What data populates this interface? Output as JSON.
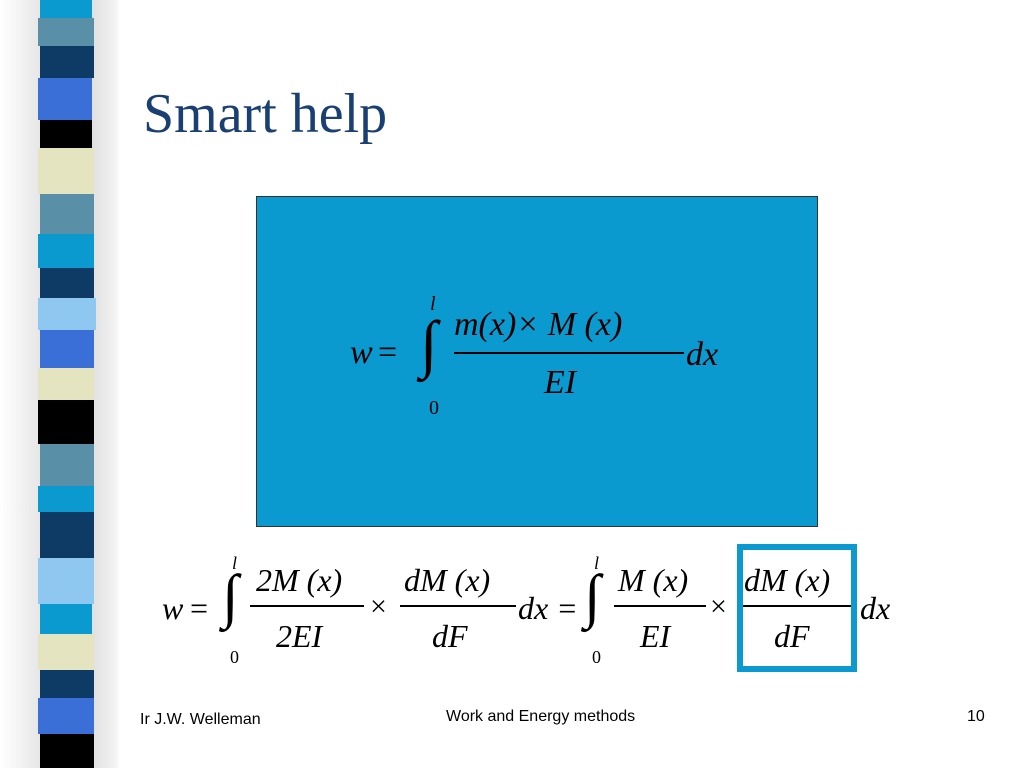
{
  "slide": {
    "title": "Smart help",
    "top_formula": {
      "lhs": "w",
      "eq": "=",
      "upper_limit": "l",
      "lower_limit": "0",
      "numerator": "m(x)× M (x)",
      "denominator": "EI",
      "dx": "dx"
    },
    "bottom_formula": {
      "lhs": "w",
      "eq": "=",
      "int1_upper": "l",
      "int1_lower": "0",
      "frac1_num": "2M (x)",
      "frac1_den": "2EI",
      "times": "×",
      "frac2_num": "dM (x)",
      "frac2_den": "dF",
      "dx_eq": "dx =",
      "int2_upper": "l",
      "int2_lower": "0",
      "frac3_num": "M (x)",
      "frac3_den": "EI",
      "frac4_num": "dM (x)",
      "frac4_den": "dF",
      "dx": "dx"
    },
    "footer": {
      "author": "Ir J.W. Welleman",
      "course": "Work and Energy methods",
      "page": "10"
    },
    "colors": {
      "title": "#1a3f73",
      "box_fill": "#0a9ad0",
      "highlight": "#0a9ad0"
    }
  }
}
